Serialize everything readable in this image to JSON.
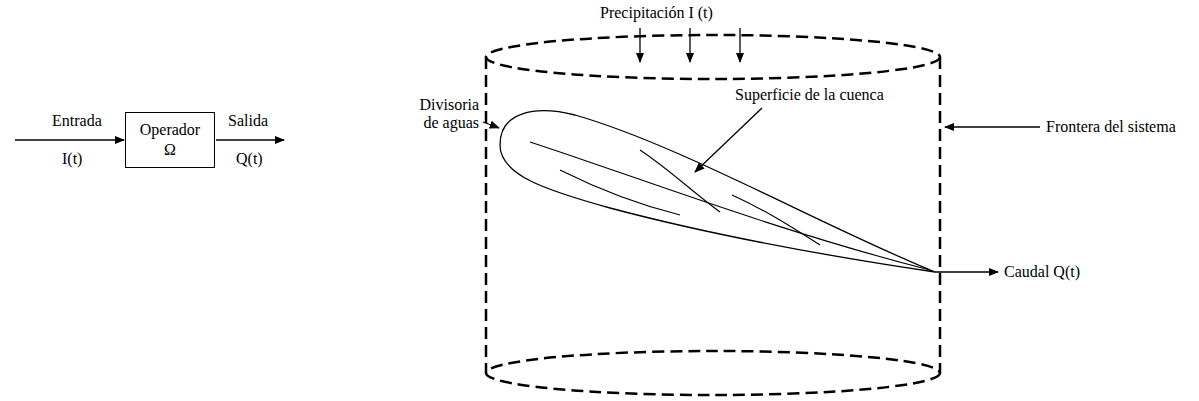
{
  "diagram": {
    "nodes": [
      {
        "text": [
          "Operador",
          "Ω"
        ]
      }
    ],
    "labels": [
      "Entrada",
      "I(t)",
      "Salida",
      "Q(t)",
      "Precipitación I (t)",
      "Divisoria de aguas",
      "Superficie de la cuenca",
      "Frontera del sistema",
      "Caudal Q(t)"
    ]
  }
}
